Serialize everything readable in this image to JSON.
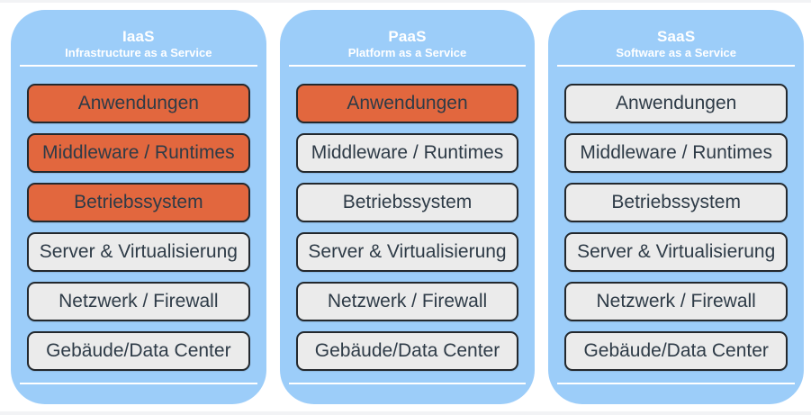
{
  "colors": {
    "panel_blue": "#9CCDF9",
    "highlight_orange": "#E2673E",
    "muted_gray": "#EBEBEB",
    "box_border": "#23282D",
    "box_text": "#2E3B47",
    "header_text": "#FFFFFF",
    "divider_white": "#FFFFFF",
    "page_edge": "#F2F3F5"
  },
  "legend_semantics": {
    "highlighted_meaning": "orange layer",
    "muted_meaning": "gray layer"
  },
  "columns": [
    {
      "id": "iaas",
      "title": "IaaS",
      "subtitle": "Infrastructure as a Service",
      "layers": [
        {
          "label": "Anwendungen",
          "highlighted": true
        },
        {
          "label": "Middleware / Runtimes",
          "highlighted": true
        },
        {
          "label": "Betriebssystem",
          "highlighted": true
        },
        {
          "label": "Server & Virtualisierung",
          "highlighted": false
        },
        {
          "label": "Netzwerk / Firewall",
          "highlighted": false
        },
        {
          "label": "Gebäude/Data Center",
          "highlighted": false
        }
      ]
    },
    {
      "id": "paas",
      "title": "PaaS",
      "subtitle": "Platform as a Service",
      "layers": [
        {
          "label": "Anwendungen",
          "highlighted": true
        },
        {
          "label": "Middleware / Runtimes",
          "highlighted": false
        },
        {
          "label": "Betriebssystem",
          "highlighted": false
        },
        {
          "label": "Server & Virtualisierung",
          "highlighted": false
        },
        {
          "label": "Netzwerk / Firewall",
          "highlighted": false
        },
        {
          "label": "Gebäude/Data Center",
          "highlighted": false
        }
      ]
    },
    {
      "id": "saas",
      "title": "SaaS",
      "subtitle": "Software as a Service",
      "layers": [
        {
          "label": "Anwendungen",
          "highlighted": false
        },
        {
          "label": "Middleware / Runtimes",
          "highlighted": false
        },
        {
          "label": "Betriebssystem",
          "highlighted": false
        },
        {
          "label": "Server & Virtualisierung",
          "highlighted": false
        },
        {
          "label": "Netzwerk / Firewall",
          "highlighted": false
        },
        {
          "label": "Gebäude/Data Center",
          "highlighted": false
        }
      ]
    }
  ]
}
